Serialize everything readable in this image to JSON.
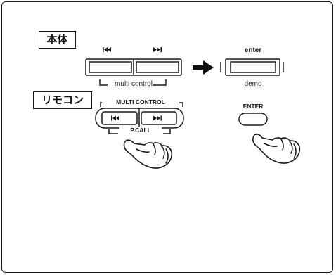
{
  "labels": {
    "main_unit": "本体",
    "remote": "リモコン",
    "multi_control": "multi control",
    "enter": "enter",
    "demo": "demo",
    "multi_control_remote": "MULTI CONTROL",
    "pcall": "P.CALL",
    "enter_button": "ENTER"
  },
  "icons": {
    "prev": "skip-previous-icon",
    "next": "skip-next-icon",
    "arrow": "right-arrow-icon",
    "hand": "pointing-hand-icon"
  },
  "colors": {
    "stroke": "#1a1a1a",
    "background": "#ffffff"
  }
}
